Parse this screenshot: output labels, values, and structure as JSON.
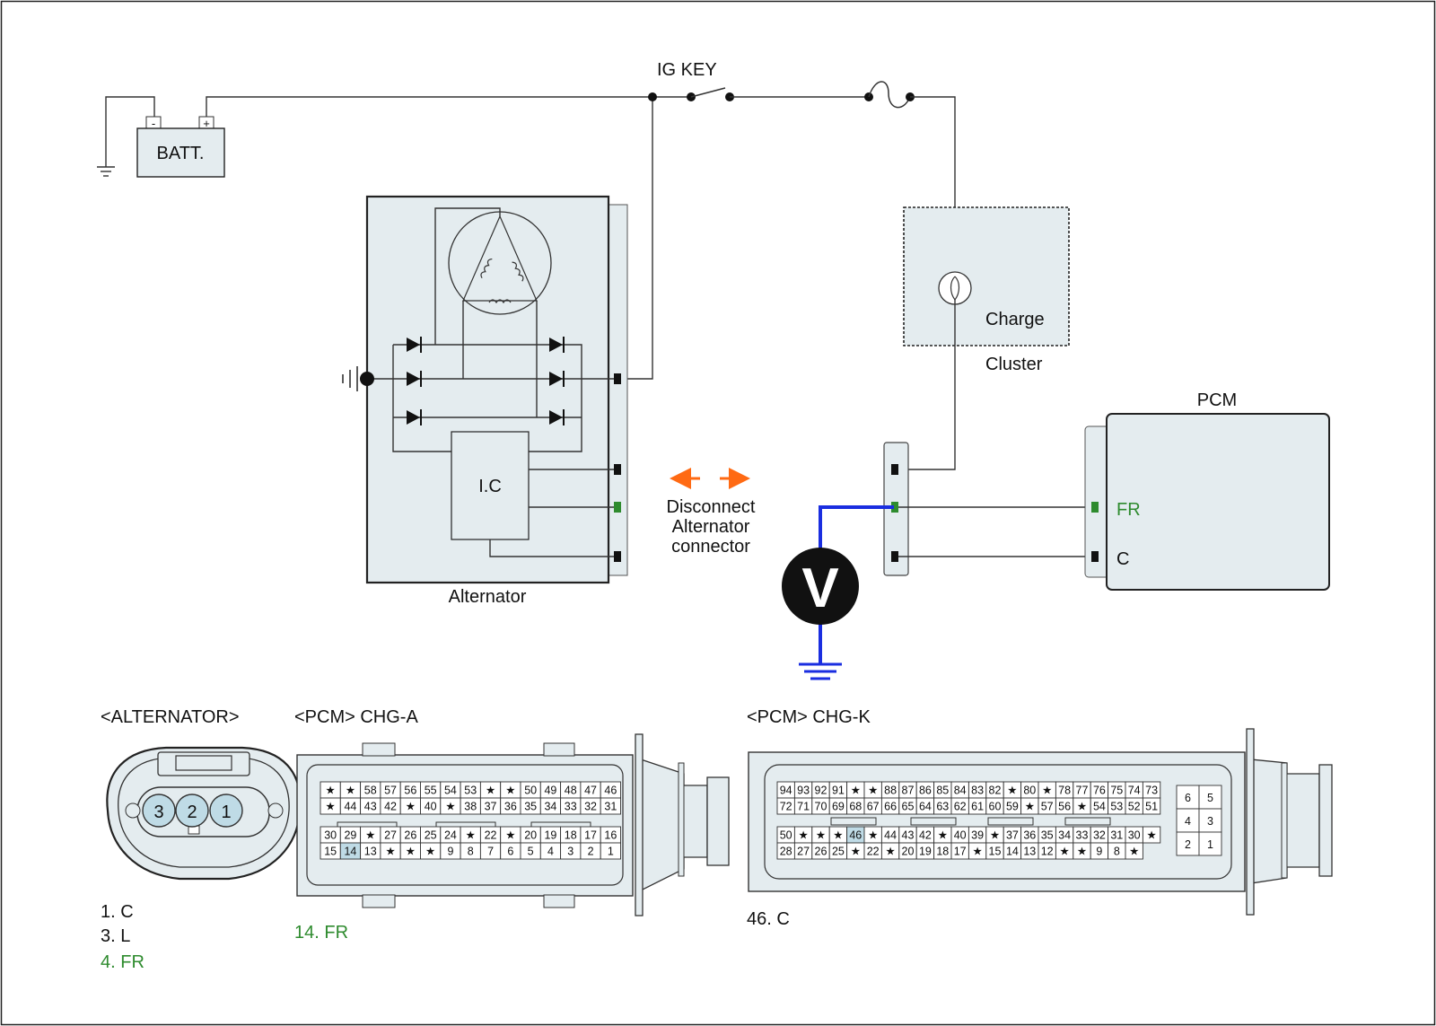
{
  "schematic": {
    "ig_key": "IG KEY",
    "battery": "BATT.",
    "battery_neg": "-",
    "battery_pos": "+",
    "alternator": "Alternator",
    "ic": "I.C",
    "charge": "Charge",
    "cluster": "Cluster",
    "pcm": "PCM",
    "pin_fr": "FR",
    "pin_c": "C",
    "voltmeter": "V",
    "note_lines": [
      "Disconnect",
      "Alternator",
      "connector"
    ]
  },
  "colors": {
    "signal_green": "#2e8b2e",
    "meter_lead_blue": "#1a2ee0",
    "arrow_orange": "#ff6a13",
    "highlight_cell": "#bfdbe6",
    "body_fill": "#e4ecef"
  },
  "connectors": {
    "alternator": {
      "title": "<ALTERNATOR>",
      "pins": [
        "3",
        "2",
        "1"
      ],
      "legend": [
        "1. C",
        "3. L",
        "4. FR"
      ]
    },
    "chg_a": {
      "title": "<PCM> CHG-A",
      "legend": [
        "14. FR"
      ],
      "highlight": "14",
      "rows": [
        [
          "★",
          "★",
          "58",
          "57",
          "56",
          "55",
          "54",
          "53",
          "★",
          "★",
          "50",
          "49",
          "48",
          "47",
          "46"
        ],
        [
          "★",
          "44",
          "43",
          "42",
          "★",
          "40",
          "★",
          "38",
          "37",
          "36",
          "35",
          "34",
          "33",
          "32",
          "31"
        ],
        [
          "30",
          "29",
          "★",
          "27",
          "26",
          "25",
          "24",
          "★",
          "22",
          "★",
          "20",
          "19",
          "18",
          "17",
          "16"
        ],
        [
          "15",
          "14",
          "13",
          "★",
          "★",
          "★",
          "9",
          "8",
          "7",
          "6",
          "5",
          "4",
          "3",
          "2",
          "1"
        ]
      ]
    },
    "chg_k": {
      "title": "<PCM> CHG-K",
      "legend": [
        "46. C"
      ],
      "highlight": "46",
      "rows": [
        [
          "94",
          "93",
          "92",
          "91",
          "★",
          "★",
          "88",
          "87",
          "86",
          "85",
          "84",
          "83",
          "82",
          "★",
          "80",
          "★",
          "78",
          "77",
          "76",
          "75",
          "74",
          "73"
        ],
        [
          "72",
          "71",
          "70",
          "69",
          "68",
          "67",
          "66",
          "65",
          "64",
          "63",
          "62",
          "61",
          "60",
          "59",
          "★",
          "57",
          "56",
          "★",
          "54",
          "53",
          "52",
          "51"
        ],
        [
          "50",
          "★",
          "★",
          "★",
          "46",
          "★",
          "44",
          "43",
          "42",
          "★",
          "40",
          "39",
          "★",
          "37",
          "36",
          "35",
          "34",
          "33",
          "32",
          "31",
          "30",
          "★"
        ],
        [
          "28",
          "27",
          "26",
          "25",
          "★",
          "22",
          "★",
          "20",
          "19",
          "18",
          "17",
          "★",
          "15",
          "14",
          "13",
          "12",
          "★",
          "★",
          "9",
          "8",
          "★"
        ]
      ],
      "side": [
        [
          "6",
          "5"
        ],
        [
          "4",
          "3"
        ],
        [
          "2",
          "1"
        ]
      ]
    }
  }
}
